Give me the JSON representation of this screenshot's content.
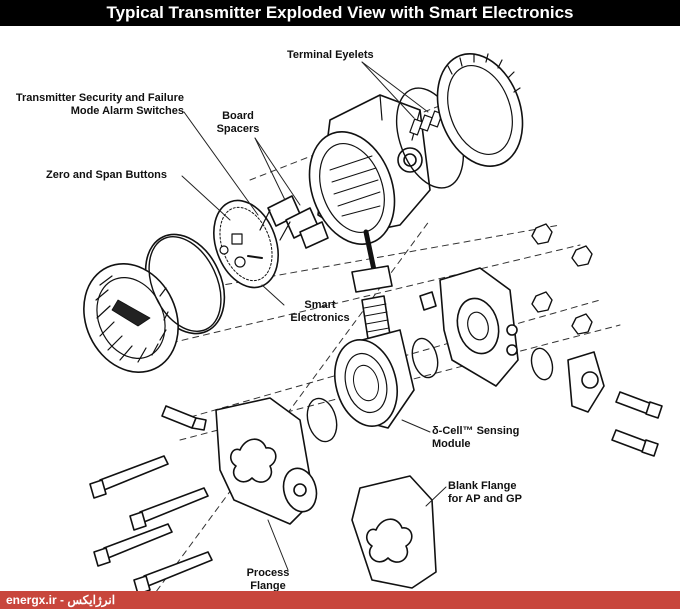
{
  "title": "Typical Transmitter Exploded View with Smart Electronics",
  "labels": {
    "terminal_eyelets": "Terminal Eyelets",
    "security_1": "Transmitter Security and Failure",
    "security_2": "Mode Alarm Switches",
    "board_1": "Board",
    "board_2": "Spacers",
    "zero_span": "Zero and Span Buttons",
    "smart_1": "Smart",
    "smart_2": "Electronics",
    "dcell_1": "δ-Cell™ Sensing",
    "dcell_2": "Module",
    "blank_1": "Blank Flange",
    "blank_2": "for AP and GP",
    "process_1": "Process",
    "process_2": "Flange"
  },
  "footer": "energx.ir  -  انرژایکس"
}
